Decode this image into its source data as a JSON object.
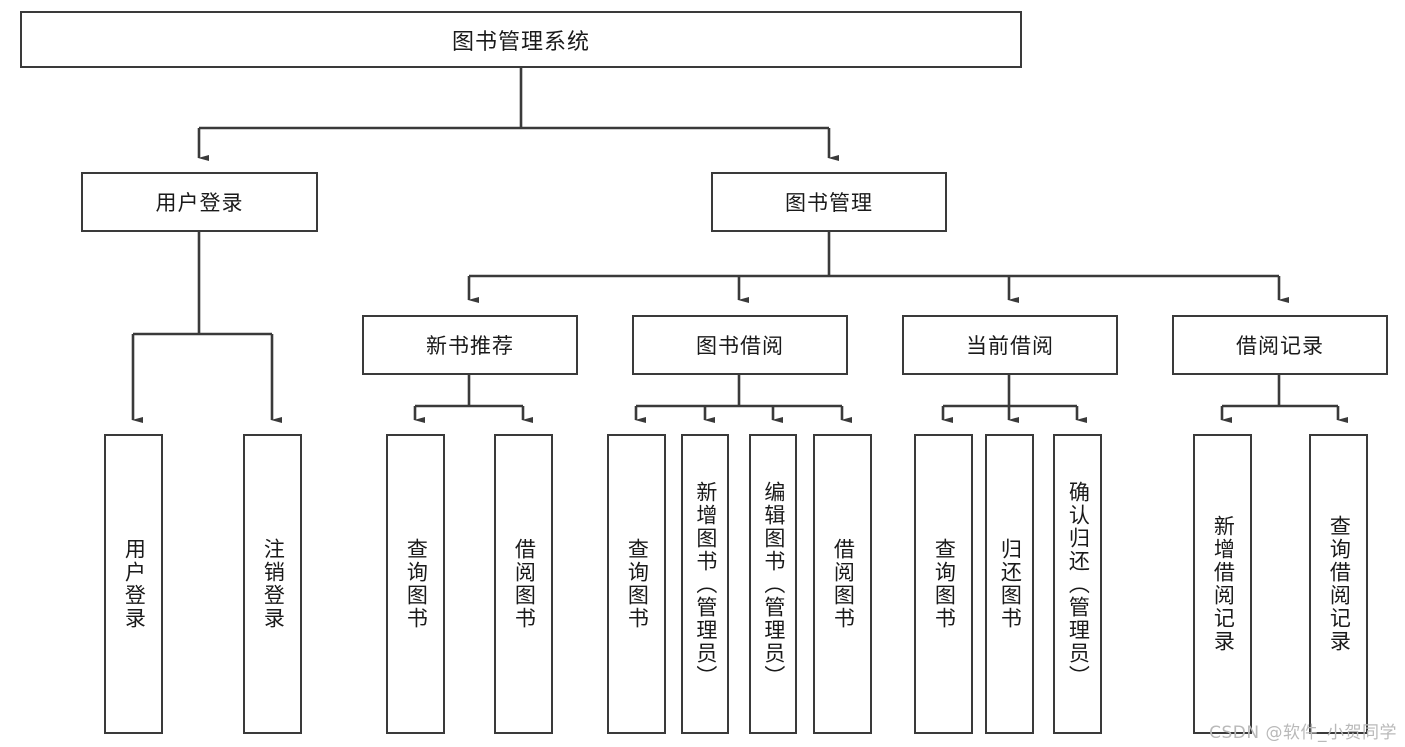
{
  "diagram": {
    "title": "图书管理系统",
    "type": "tree-hierarchy-diagram",
    "colors": {
      "box_border": "#3a3a3a",
      "box_fill": "#ffffff",
      "connector": "#3a3a3a",
      "text": "#1a1a1a",
      "watermark": "#b9b9b9",
      "background": "#ffffff"
    },
    "root": {
      "label": "图书管理系统"
    },
    "level2": [
      {
        "id": "user-login",
        "label": "用户登录"
      },
      {
        "id": "book-management",
        "label": "图书管理"
      }
    ],
    "level3": [
      {
        "id": "new-book-recommend",
        "label": "新书推荐"
      },
      {
        "id": "book-borrow",
        "label": "图书借阅"
      },
      {
        "id": "current-borrow",
        "label": "当前借阅"
      },
      {
        "id": "borrow-record",
        "label": "借阅记录"
      }
    ],
    "leaves": {
      "user-login": [
        {
          "id": "leaf-user-login",
          "label": "用户登录"
        },
        {
          "id": "leaf-logout",
          "label": "注销登录"
        }
      ],
      "new-book-recommend": [
        {
          "id": "leaf-query-book-1",
          "label": "查询图书"
        },
        {
          "id": "leaf-borrow-book-1",
          "label": "借阅图书"
        }
      ],
      "book-borrow": [
        {
          "id": "leaf-query-book-2",
          "label": "查询图书"
        },
        {
          "id": "leaf-add-book",
          "label": "新增图书（管理员）"
        },
        {
          "id": "leaf-edit-book",
          "label": "编辑图书（管理员）"
        },
        {
          "id": "leaf-borrow-book-2",
          "label": "借阅图书"
        }
      ],
      "current-borrow": [
        {
          "id": "leaf-query-book-3",
          "label": "查询图书"
        },
        {
          "id": "leaf-return-book",
          "label": "归还图书"
        },
        {
          "id": "leaf-confirm-return",
          "label": "确认归还（管理员）"
        }
      ],
      "borrow-record": [
        {
          "id": "leaf-add-record",
          "label": "新增借阅记录"
        },
        {
          "id": "leaf-query-record",
          "label": "查询借阅记录"
        }
      ]
    },
    "watermark": "CSDN @软件_小贺同学"
  }
}
